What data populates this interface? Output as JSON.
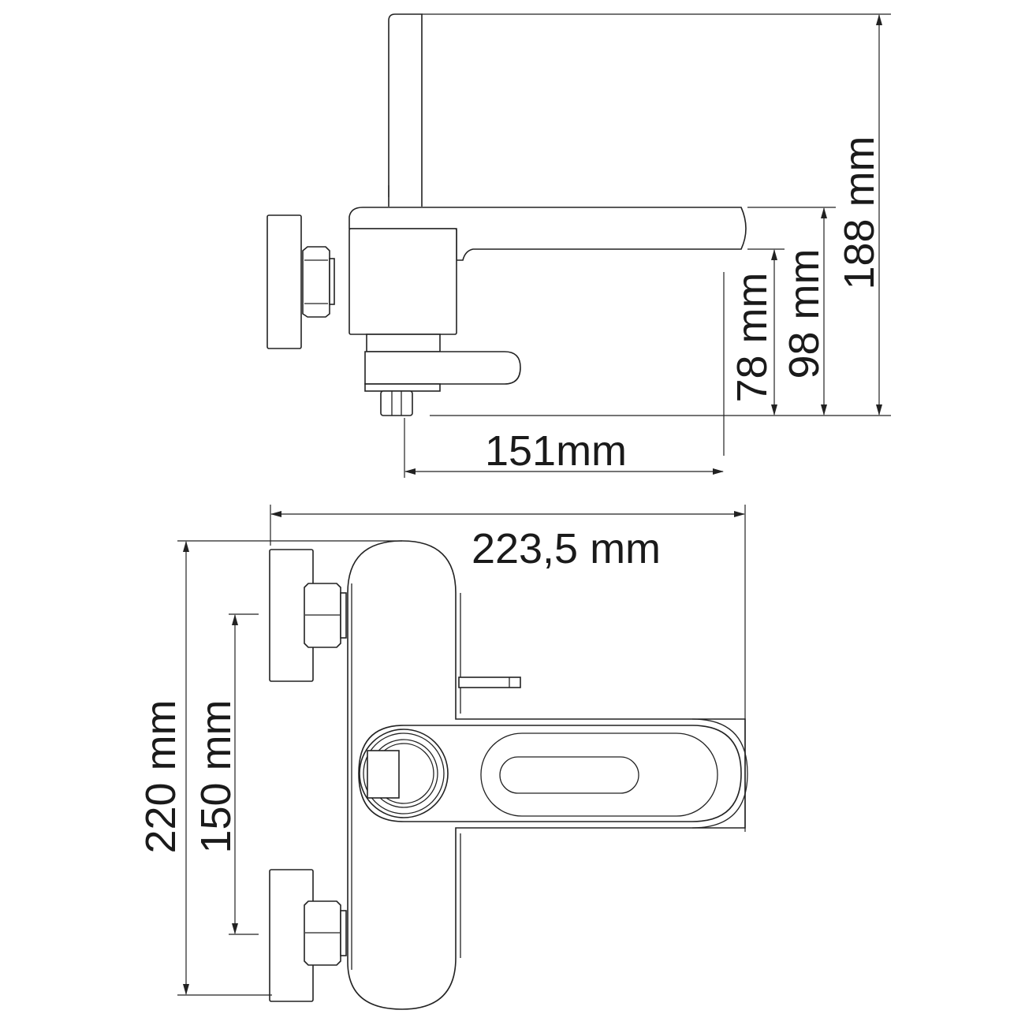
{
  "dimensions": {
    "total_height": "188 mm",
    "spout_height": "98 mm",
    "outlet_height": "78 mm",
    "spout_reach": "151mm",
    "total_width": "223,5 mm",
    "body_height": "220 mm",
    "inlet_spacing": "150 mm"
  },
  "line_color": "#222222",
  "background": "#ffffff"
}
